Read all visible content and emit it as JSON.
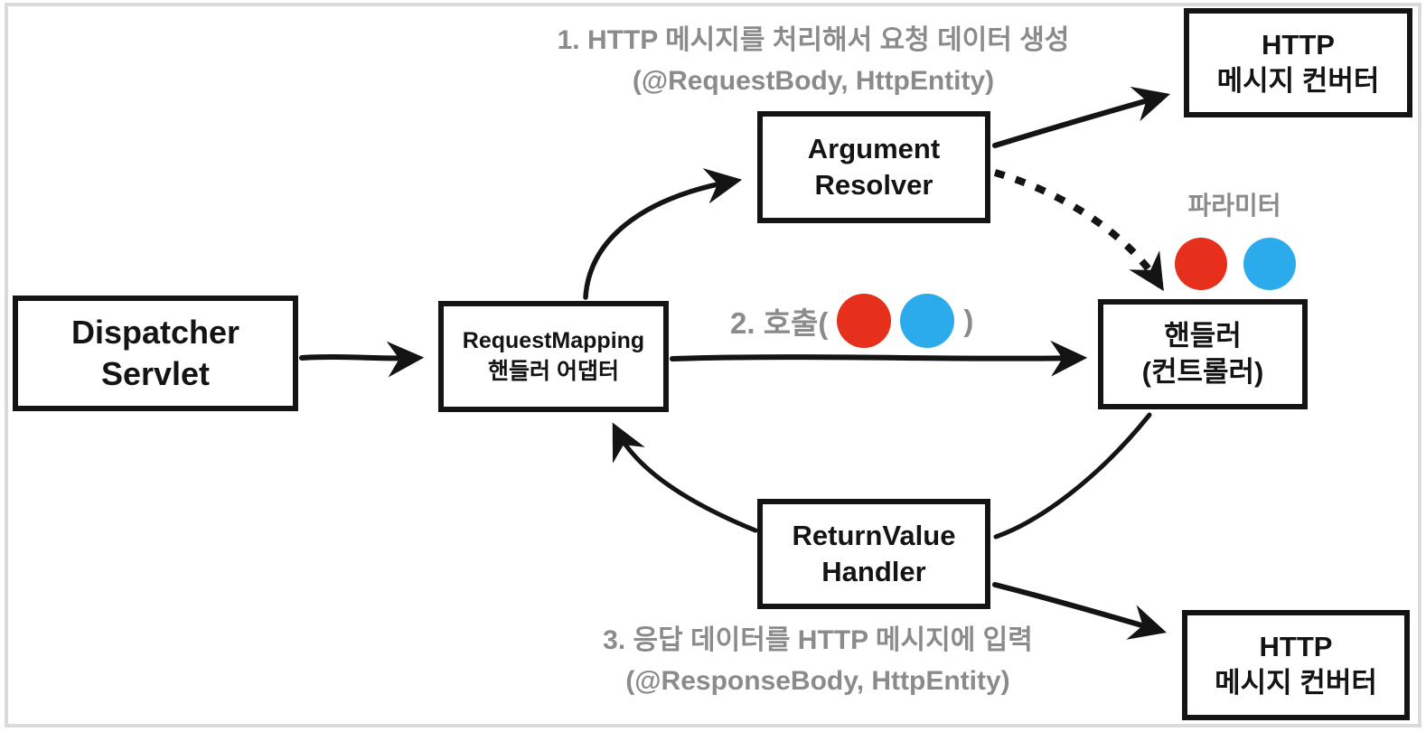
{
  "diagram_title": "Spring MVC RequestMapping handler adapter flow",
  "colors": {
    "box_border": "#141414",
    "note_gray": "#8b8b8b",
    "accent_red": "#e6301c",
    "accent_blue": "#2baaec",
    "frame_gray": "#dadada"
  },
  "boxes": {
    "dispatcher_servlet": {
      "line1": "Dispatcher",
      "line2": "Servlet"
    },
    "requestmapping_adapter": {
      "line1": "RequestMapping",
      "line2": "핸들러 어댑터"
    },
    "argument_resolver": {
      "line1": "Argument",
      "line2": "Resolver"
    },
    "handler_controller": {
      "line1": "핸들러",
      "line2": "(컨트롤러)"
    },
    "returnvalue_handler": {
      "line1": "ReturnValue",
      "line2": "Handler"
    },
    "http_converter_top": {
      "line1": "HTTP",
      "line2": "메시지 컨버터"
    },
    "http_converter_bottom": {
      "line1": "HTTP",
      "line2": "메시지 컨버터"
    }
  },
  "annotations": {
    "step1": {
      "line1": "1. HTTP 메시지를 처리해서 요청 데이터 생성",
      "line2": "(@RequestBody, HttpEntity)"
    },
    "step2": {
      "prefix": "2. 호출(",
      "suffix": ")"
    },
    "step3": {
      "line1": "3. 응답 데이터를 HTTP 메시지에 입력",
      "line2": "(@ResponseBody, HttpEntity)"
    },
    "parameter_label": "파라미터"
  }
}
